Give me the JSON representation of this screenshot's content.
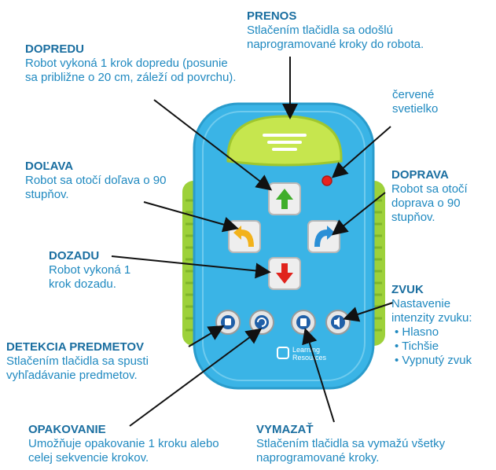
{
  "labels": {
    "prenos": {
      "title": "PRENOS",
      "text": "Stlačením tlačidla sa odošlú naprogramované kroky do robota."
    },
    "dopredu": {
      "title": "DOPREDU",
      "text": "Robot vykoná 1 krok dopredu (posunie sa približne o 20 cm, záleží od povrchu)."
    },
    "cervene": {
      "text": "červené svetielko"
    },
    "dolava": {
      "title": "DOĽAVA",
      "text": "Robot sa otočí doľava o 90 stupňov."
    },
    "doprava": {
      "title": "DOPRAVA",
      "text": "Robot sa otočí doprava o 90 stupňov."
    },
    "dozadu": {
      "title": "DOZADU",
      "text": "Robot vykoná 1 krok dozadu."
    },
    "zvuk": {
      "title": "ZVUK",
      "text": "Nastavenie intenzity zvuku:",
      "items": [
        "Hlasno",
        "Tichšie",
        "Vypnutý zvuk"
      ]
    },
    "detekcia": {
      "title": "DETEKCIA PREDMETOV",
      "text": "Stlačením tlačidla sa spusti vyhľadávanie predmetov."
    },
    "opakovanie": {
      "title": "OPAKOVANIE",
      "text": "Umožňuje opakovanie 1 kroku alebo celej sekvencie krokov."
    },
    "vymazat": {
      "title": "VYMAZAŤ",
      "text": "Stlačením tlačidla sa vymažú všetky naprogramované kroky."
    }
  },
  "device": {
    "brand": "Learning Resources",
    "colors": {
      "body": "#3ab4e6",
      "side": "#9dd13a",
      "top_button": "#c6e64e",
      "led": "#e8231f",
      "arrow_green": "#3fae2a",
      "arrow_yellow": "#f2b21b",
      "arrow_blue": "#2a8fd6",
      "arrow_red": "#e0231c"
    },
    "icons": [
      "up-arrow-icon",
      "left-turn-arrow-icon",
      "right-turn-arrow-icon",
      "down-arrow-icon",
      "object-detect-icon",
      "repeat-icon",
      "trash-icon",
      "speaker-icon"
    ]
  }
}
